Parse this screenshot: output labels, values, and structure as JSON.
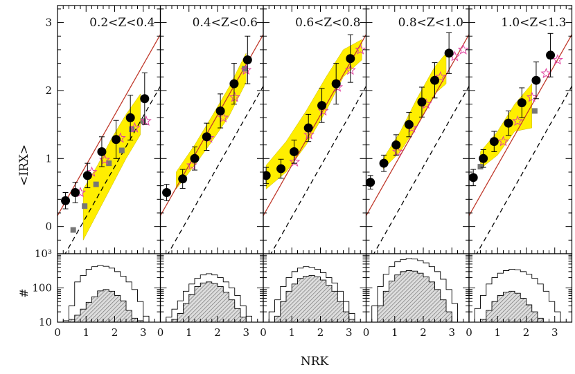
{
  "chart_data": {
    "type": "scatter",
    "xlabel": "NRK",
    "ylabel": "<IRX>",
    "hist_ylabel": "#",
    "xlim": [
      0,
      3.6
    ],
    "ylim": [
      -0.4,
      3.25
    ],
    "hist_ylim_log": [
      10,
      1000
    ],
    "x_ticks": [
      0,
      1,
      2,
      3
    ],
    "y_ticks": [
      0,
      1,
      2,
      3
    ],
    "hist_ticks": [
      {
        "value": 10,
        "label": "10"
      },
      {
        "value": 100,
        "label": "100"
      },
      {
        "value": 1000,
        "label": "10³"
      }
    ],
    "fit_line": {
      "slope": 0.74,
      "intercept": 0.16,
      "color": "#c0392b"
    },
    "reference_line": {
      "slope": 0.74,
      "intercept": -0.6,
      "style": "dashed"
    },
    "colors": {
      "band": "#ffee00",
      "stars": "#e0409f",
      "open_markers": "#e74c3c",
      "squares": "#777777",
      "hatch": "#888888"
    },
    "panels": [
      {
        "label": "0.2<Z<0.4",
        "points": [
          {
            "x": 0.28,
            "y": 0.38,
            "err": 0.12
          },
          {
            "x": 0.62,
            "y": 0.5,
            "err": 0.15
          },
          {
            "x": 1.05,
            "y": 0.75,
            "err": 0.18
          },
          {
            "x": 1.55,
            "y": 1.1,
            "err": 0.22
          },
          {
            "x": 2.05,
            "y": 1.28,
            "err": 0.28
          },
          {
            "x": 2.55,
            "y": 1.6,
            "err": 0.33
          },
          {
            "x": 3.05,
            "y": 1.88,
            "err": 0.38
          }
        ],
        "squares": [
          [
            0.55,
            -0.05
          ],
          [
            0.95,
            0.3
          ],
          [
            1.35,
            0.62
          ],
          [
            1.8,
            0.93
          ],
          [
            2.25,
            1.12
          ],
          [
            2.6,
            1.43
          ],
          [
            3.0,
            1.55
          ]
        ],
        "stars": [
          [
            0.8,
            0.5
          ],
          [
            1.2,
            0.8
          ],
          [
            1.65,
            0.98
          ],
          [
            2.2,
            1.3
          ],
          [
            2.7,
            1.45
          ],
          [
            3.1,
            1.55
          ]
        ],
        "band_upper": [
          [
            0.9,
            0.55
          ],
          [
            1.4,
            0.9
          ],
          [
            1.9,
            1.3
          ],
          [
            2.4,
            1.65
          ],
          [
            2.9,
            1.95
          ]
        ],
        "band_lower": [
          [
            0.9,
            -0.2
          ],
          [
            1.4,
            0.2
          ],
          [
            1.9,
            0.6
          ],
          [
            2.4,
            1.0
          ],
          [
            2.9,
            1.35
          ]
        ],
        "hist_all": [
          [
            0.3,
            11
          ],
          [
            0.5,
            30
          ],
          [
            0.7,
            150
          ],
          [
            0.9,
            230
          ],
          [
            1.1,
            350
          ],
          [
            1.3,
            420
          ],
          [
            1.5,
            450
          ],
          [
            1.7,
            430
          ],
          [
            1.9,
            380
          ],
          [
            2.1,
            300
          ],
          [
            2.3,
            220
          ],
          [
            2.5,
            150
          ],
          [
            2.7,
            90
          ],
          [
            2.9,
            40
          ],
          [
            3.1,
            15
          ]
        ],
        "hist_sub": [
          [
            0.5,
            12
          ],
          [
            0.7,
            16
          ],
          [
            0.9,
            24
          ],
          [
            1.1,
            38
          ],
          [
            1.3,
            55
          ],
          [
            1.5,
            82
          ],
          [
            1.7,
            90
          ],
          [
            1.9,
            80
          ],
          [
            2.1,
            60
          ],
          [
            2.3,
            42
          ],
          [
            2.5,
            22
          ],
          [
            2.7,
            13
          ],
          [
            2.9,
            11
          ]
        ]
      },
      {
        "label": "0.4<Z<0.6",
        "points": [
          {
            "x": 0.22,
            "y": 0.5,
            "err": 0.12
          },
          {
            "x": 0.78,
            "y": 0.7,
            "err": 0.14
          },
          {
            "x": 1.2,
            "y": 1.0,
            "err": 0.17
          },
          {
            "x": 1.62,
            "y": 1.32,
            "err": 0.2
          },
          {
            "x": 2.1,
            "y": 1.7,
            "err": 0.25
          },
          {
            "x": 2.58,
            "y": 2.1,
            "err": 0.3
          },
          {
            "x": 3.05,
            "y": 2.45,
            "err": 0.35
          }
        ],
        "squares": [
          [
            2.95,
            2.32
          ]
        ],
        "stars": [
          [
            1.1,
            0.9
          ],
          [
            1.7,
            1.3
          ],
          [
            2.2,
            1.6
          ],
          [
            2.6,
            1.9
          ],
          [
            3.0,
            2.3
          ]
        ],
        "band_upper": [
          [
            0.55,
            0.8
          ],
          [
            1.2,
            1.2
          ],
          [
            1.8,
            1.62
          ],
          [
            2.4,
            2.05
          ],
          [
            3.0,
            2.55
          ]
        ],
        "band_lower": [
          [
            0.55,
            0.55
          ],
          [
            1.2,
            0.9
          ],
          [
            1.8,
            1.25
          ],
          [
            2.4,
            1.62
          ],
          [
            3.0,
            2.12
          ]
        ],
        "hist_all": [
          [
            0.3,
            14
          ],
          [
            0.5,
            24
          ],
          [
            0.7,
            42
          ],
          [
            0.9,
            80
          ],
          [
            1.1,
            130
          ],
          [
            1.3,
            190
          ],
          [
            1.5,
            240
          ],
          [
            1.7,
            260
          ],
          [
            1.9,
            240
          ],
          [
            2.1,
            200
          ],
          [
            2.3,
            150
          ],
          [
            2.5,
            100
          ],
          [
            2.7,
            60
          ],
          [
            2.9,
            30
          ],
          [
            3.1,
            15
          ]
        ],
        "hist_sub": [
          [
            0.5,
            12
          ],
          [
            0.7,
            18
          ],
          [
            0.9,
            35
          ],
          [
            1.1,
            65
          ],
          [
            1.3,
            110
          ],
          [
            1.5,
            140
          ],
          [
            1.7,
            150
          ],
          [
            1.9,
            135
          ],
          [
            2.1,
            110
          ],
          [
            2.3,
            75
          ],
          [
            2.5,
            45
          ],
          [
            2.7,
            25
          ],
          [
            2.9,
            14
          ]
        ]
      },
      {
        "label": "0.6<Z<0.8",
        "points": [
          {
            "x": 0.1,
            "y": 0.75,
            "err": 0.12
          },
          {
            "x": 0.62,
            "y": 0.85,
            "err": 0.14
          },
          {
            "x": 1.08,
            "y": 1.1,
            "err": 0.17
          },
          {
            "x": 1.58,
            "y": 1.45,
            "err": 0.2
          },
          {
            "x": 2.05,
            "y": 1.78,
            "err": 0.25
          },
          {
            "x": 2.55,
            "y": 2.1,
            "err": 0.3
          },
          {
            "x": 3.05,
            "y": 2.47,
            "err": 0.35
          }
        ],
        "squares": [],
        "stars": [
          [
            1.1,
            0.95
          ],
          [
            1.6,
            1.35
          ],
          [
            2.1,
            1.7
          ],
          [
            2.6,
            2.05
          ],
          [
            3.05,
            2.3
          ],
          [
            3.4,
            2.6
          ]
        ],
        "band_upper": [
          [
            0.1,
            0.9
          ],
          [
            0.8,
            1.25
          ],
          [
            1.5,
            1.7
          ],
          [
            2.2,
            2.2
          ],
          [
            2.8,
            2.6
          ],
          [
            3.45,
            2.75
          ]
        ],
        "band_lower": [
          [
            0.1,
            0.55
          ],
          [
            0.8,
            0.8
          ],
          [
            1.5,
            1.2
          ],
          [
            2.2,
            1.7
          ],
          [
            2.8,
            2.2
          ],
          [
            3.45,
            2.45
          ]
        ],
        "hist_all": [
          [
            0.3,
            20
          ],
          [
            0.5,
            45
          ],
          [
            0.7,
            110
          ],
          [
            0.9,
            200
          ],
          [
            1.1,
            300
          ],
          [
            1.3,
            380
          ],
          [
            1.5,
            420
          ],
          [
            1.7,
            400
          ],
          [
            1.9,
            350
          ],
          [
            2.1,
            280
          ],
          [
            2.3,
            200
          ],
          [
            2.5,
            140
          ],
          [
            2.7,
            80
          ],
          [
            2.9,
            40
          ],
          [
            3.1,
            18
          ]
        ],
        "hist_sub": [
          [
            0.5,
            15
          ],
          [
            0.7,
            40
          ],
          [
            0.9,
            80
          ],
          [
            1.1,
            130
          ],
          [
            1.3,
            190
          ],
          [
            1.5,
            220
          ],
          [
            1.7,
            230
          ],
          [
            1.9,
            210
          ],
          [
            2.1,
            170
          ],
          [
            2.3,
            120
          ],
          [
            2.5,
            80
          ],
          [
            2.7,
            40
          ],
          [
            2.9,
            20
          ],
          [
            3.1,
            12
          ]
        ]
      },
      {
        "label": "0.8<Z<1.0",
        "points": [
          {
            "x": 0.15,
            "y": 0.65,
            "err": 0.1
          },
          {
            "x": 0.62,
            "y": 0.93,
            "err": 0.12
          },
          {
            "x": 1.05,
            "y": 1.2,
            "err": 0.15
          },
          {
            "x": 1.5,
            "y": 1.5,
            "err": 0.18
          },
          {
            "x": 1.95,
            "y": 1.83,
            "err": 0.22
          },
          {
            "x": 2.4,
            "y": 2.15,
            "err": 0.26
          },
          {
            "x": 2.9,
            "y": 2.55,
            "err": 0.3
          }
        ],
        "squares": [],
        "stars": [
          [
            1.1,
            1.1
          ],
          [
            1.6,
            1.45
          ],
          [
            2.1,
            1.8
          ],
          [
            2.6,
            2.2
          ],
          [
            3.1,
            2.5
          ],
          [
            3.4,
            2.6
          ]
        ],
        "band_upper": [
          [
            0.6,
            1.0
          ],
          [
            1.2,
            1.4
          ],
          [
            1.8,
            1.9
          ],
          [
            2.4,
            2.35
          ],
          [
            2.8,
            2.55
          ]
        ],
        "band_lower": [
          [
            0.6,
            0.85
          ],
          [
            1.2,
            1.1
          ],
          [
            1.8,
            1.5
          ],
          [
            2.4,
            1.95
          ],
          [
            2.8,
            2.1
          ]
        ],
        "hist_all": [
          [
            0.3,
            30
          ],
          [
            0.5,
            110
          ],
          [
            0.7,
            250
          ],
          [
            0.9,
            420
          ],
          [
            1.1,
            580
          ],
          [
            1.3,
            680
          ],
          [
            1.5,
            720
          ],
          [
            1.7,
            700
          ],
          [
            1.9,
            630
          ],
          [
            2.1,
            540
          ],
          [
            2.3,
            420
          ],
          [
            2.5,
            300
          ],
          [
            2.7,
            180
          ],
          [
            2.9,
            90
          ],
          [
            3.1,
            35
          ]
        ],
        "hist_sub": [
          [
            0.5,
            30
          ],
          [
            0.7,
            80
          ],
          [
            0.9,
            160
          ],
          [
            1.1,
            240
          ],
          [
            1.3,
            300
          ],
          [
            1.5,
            320
          ],
          [
            1.7,
            310
          ],
          [
            1.9,
            270
          ],
          [
            2.1,
            210
          ],
          [
            2.3,
            150
          ],
          [
            2.5,
            90
          ],
          [
            2.7,
            45
          ],
          [
            2.9,
            20
          ]
        ]
      },
      {
        "label": "1.0<Z<1.3",
        "points": [
          {
            "x": 0.15,
            "y": 0.72,
            "err": 0.12
          },
          {
            "x": 0.5,
            "y": 1.0,
            "err": 0.13
          },
          {
            "x": 0.88,
            "y": 1.25,
            "err": 0.15
          },
          {
            "x": 1.38,
            "y": 1.52,
            "err": 0.18
          },
          {
            "x": 1.85,
            "y": 1.82,
            "err": 0.22
          },
          {
            "x": 2.35,
            "y": 2.15,
            "err": 0.27
          },
          {
            "x": 2.85,
            "y": 2.52,
            "err": 0.32
          }
        ],
        "squares": [
          [
            0.4,
            0.88
          ],
          [
            2.3,
            1.7
          ]
        ],
        "stars": [
          [
            1.2,
            1.25
          ],
          [
            1.7,
            1.55
          ],
          [
            2.2,
            1.9
          ],
          [
            2.7,
            2.25
          ],
          [
            3.1,
            2.45
          ]
        ],
        "band_upper": [
          [
            0.4,
            1.1
          ],
          [
            1.0,
            1.4
          ],
          [
            1.6,
            1.8
          ],
          [
            2.2,
            2.1
          ]
        ],
        "band_lower": [
          [
            0.4,
            0.85
          ],
          [
            1.0,
            1.05
          ],
          [
            1.6,
            1.4
          ],
          [
            2.2,
            1.45
          ]
        ],
        "hist_all": [
          [
            0.3,
            25
          ],
          [
            0.5,
            60
          ],
          [
            0.7,
            130
          ],
          [
            0.9,
            200
          ],
          [
            1.1,
            270
          ],
          [
            1.3,
            320
          ],
          [
            1.5,
            350
          ],
          [
            1.7,
            340
          ],
          [
            1.9,
            300
          ],
          [
            2.1,
            250
          ],
          [
            2.3,
            190
          ],
          [
            2.5,
            130
          ],
          [
            2.7,
            80
          ],
          [
            2.9,
            40
          ],
          [
            3.1,
            20
          ]
        ],
        "hist_sub": [
          [
            0.5,
            12
          ],
          [
            0.7,
            22
          ],
          [
            0.9,
            40
          ],
          [
            1.1,
            60
          ],
          [
            1.3,
            75
          ],
          [
            1.5,
            80
          ],
          [
            1.7,
            70
          ],
          [
            1.9,
            50
          ],
          [
            2.1,
            32
          ],
          [
            2.3,
            20
          ],
          [
            2.5,
            13
          ]
        ]
      }
    ]
  }
}
